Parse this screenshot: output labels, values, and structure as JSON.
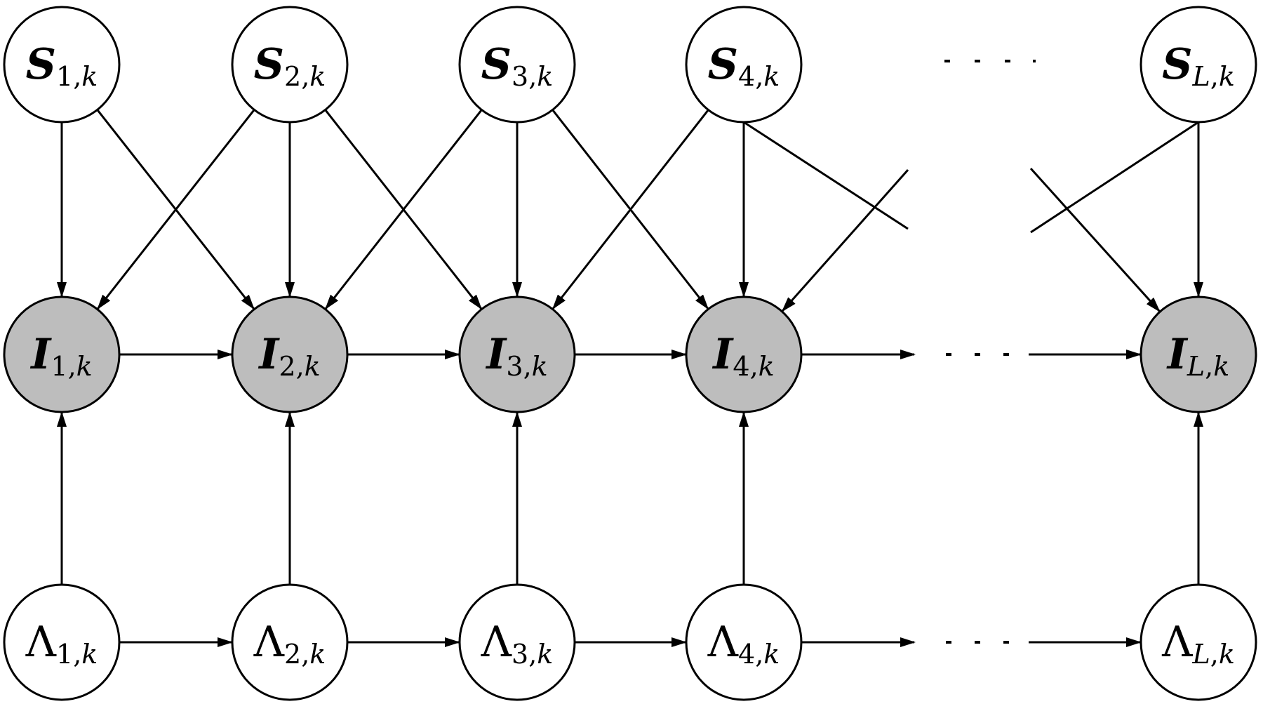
{
  "diagram": {
    "title": "Graphical model over positions 1..L at time k",
    "colors": {
      "stroke": "#000000",
      "observed_fill": "#bdbdbd",
      "latent_fill": "#ffffff"
    },
    "rows": [
      {
        "id": "S",
        "symbol": "S",
        "observed": false,
        "greek": false
      },
      {
        "id": "I",
        "symbol": "I",
        "observed": true,
        "greek": false
      },
      {
        "id": "Lambda",
        "symbol": "Λ",
        "observed": false,
        "greek": true
      }
    ],
    "columns": [
      {
        "index": "1",
        "sub": ",k"
      },
      {
        "index": "2",
        "sub": ",k"
      },
      {
        "index": "3",
        "sub": ",k"
      },
      {
        "index": "4",
        "sub": ",k"
      },
      {
        "index": "L",
        "sub": ",k"
      }
    ],
    "nodes": [
      {
        "id": "S1",
        "row": "S",
        "col": 0,
        "label_main": "S",
        "label_index": "1",
        "label_tail": ",k"
      },
      {
        "id": "S2",
        "row": "S",
        "col": 1,
        "label_main": "S",
        "label_index": "2",
        "label_tail": ",k"
      },
      {
        "id": "S3",
        "row": "S",
        "col": 2,
        "label_main": "S",
        "label_index": "3",
        "label_tail": ",k"
      },
      {
        "id": "S4",
        "row": "S",
        "col": 3,
        "label_main": "S",
        "label_index": "4",
        "label_tail": ",k"
      },
      {
        "id": "SL",
        "row": "S",
        "col": 4,
        "label_main": "S",
        "label_index": "L",
        "label_tail": ",k"
      },
      {
        "id": "I1",
        "row": "I",
        "col": 0,
        "label_main": "I",
        "label_index": "1",
        "label_tail": ",k"
      },
      {
        "id": "I2",
        "row": "I",
        "col": 1,
        "label_main": "I",
        "label_index": "2",
        "label_tail": ",k"
      },
      {
        "id": "I3",
        "row": "I",
        "col": 2,
        "label_main": "I",
        "label_index": "3",
        "label_tail": ",k"
      },
      {
        "id": "I4",
        "row": "I",
        "col": 3,
        "label_main": "I",
        "label_index": "4",
        "label_tail": ",k"
      },
      {
        "id": "IL",
        "row": "I",
        "col": 4,
        "label_main": "I",
        "label_index": "L",
        "label_tail": ",k"
      },
      {
        "id": "Lam1",
        "row": "Lambda",
        "col": 0,
        "label_main": "Λ",
        "label_index": "1",
        "label_tail": ",k"
      },
      {
        "id": "Lam2",
        "row": "Lambda",
        "col": 1,
        "label_main": "Λ",
        "label_index": "2",
        "label_tail": ",k"
      },
      {
        "id": "Lam3",
        "row": "Lambda",
        "col": 2,
        "label_main": "Λ",
        "label_index": "3",
        "label_tail": ",k"
      },
      {
        "id": "Lam4",
        "row": "Lambda",
        "col": 3,
        "label_main": "Λ",
        "label_index": "4",
        "label_tail": ",k"
      },
      {
        "id": "LamL",
        "row": "Lambda",
        "col": 4,
        "label_main": "Λ",
        "label_index": "L",
        "label_tail": ",k"
      }
    ],
    "edges": [
      {
        "from": "S1",
        "to": "I1"
      },
      {
        "from": "S1",
        "to": "I2"
      },
      {
        "from": "S2",
        "to": "I1"
      },
      {
        "from": "S2",
        "to": "I2"
      },
      {
        "from": "S2",
        "to": "I3"
      },
      {
        "from": "S3",
        "to": "I2"
      },
      {
        "from": "S3",
        "to": "I3"
      },
      {
        "from": "S3",
        "to": "I4"
      },
      {
        "from": "S4",
        "to": "I3"
      },
      {
        "from": "S4",
        "to": "I4"
      },
      {
        "from": "S4",
        "to": "I5_partial",
        "partial": true
      },
      {
        "from": "S5_partial",
        "to": "I4",
        "partial": true
      },
      {
        "from": "SL",
        "to": "IL"
      },
      {
        "from": "SL_prev_partial",
        "to": "IL",
        "partial": true
      },
      {
        "from": "SL",
        "to": "IL_prev_partial",
        "partial": true
      },
      {
        "from": "I1",
        "to": "I2"
      },
      {
        "from": "I2",
        "to": "I3"
      },
      {
        "from": "I3",
        "to": "I4"
      },
      {
        "from": "I4",
        "to": "ellipsis"
      },
      {
        "from": "ellipsis",
        "to": "IL"
      },
      {
        "from": "Lam1",
        "to": "I1"
      },
      {
        "from": "Lam2",
        "to": "I2"
      },
      {
        "from": "Lam3",
        "to": "I3"
      },
      {
        "from": "Lam4",
        "to": "I4"
      },
      {
        "from": "LamL",
        "to": "IL"
      },
      {
        "from": "Lam1",
        "to": "Lam2"
      },
      {
        "from": "Lam2",
        "to": "Lam3"
      },
      {
        "from": "Lam3",
        "to": "Lam4"
      },
      {
        "from": "Lam4",
        "to": "ellipsis"
      },
      {
        "from": "ellipsis",
        "to": "LamL"
      }
    ],
    "ellipsis_text": "· · · ·"
  }
}
